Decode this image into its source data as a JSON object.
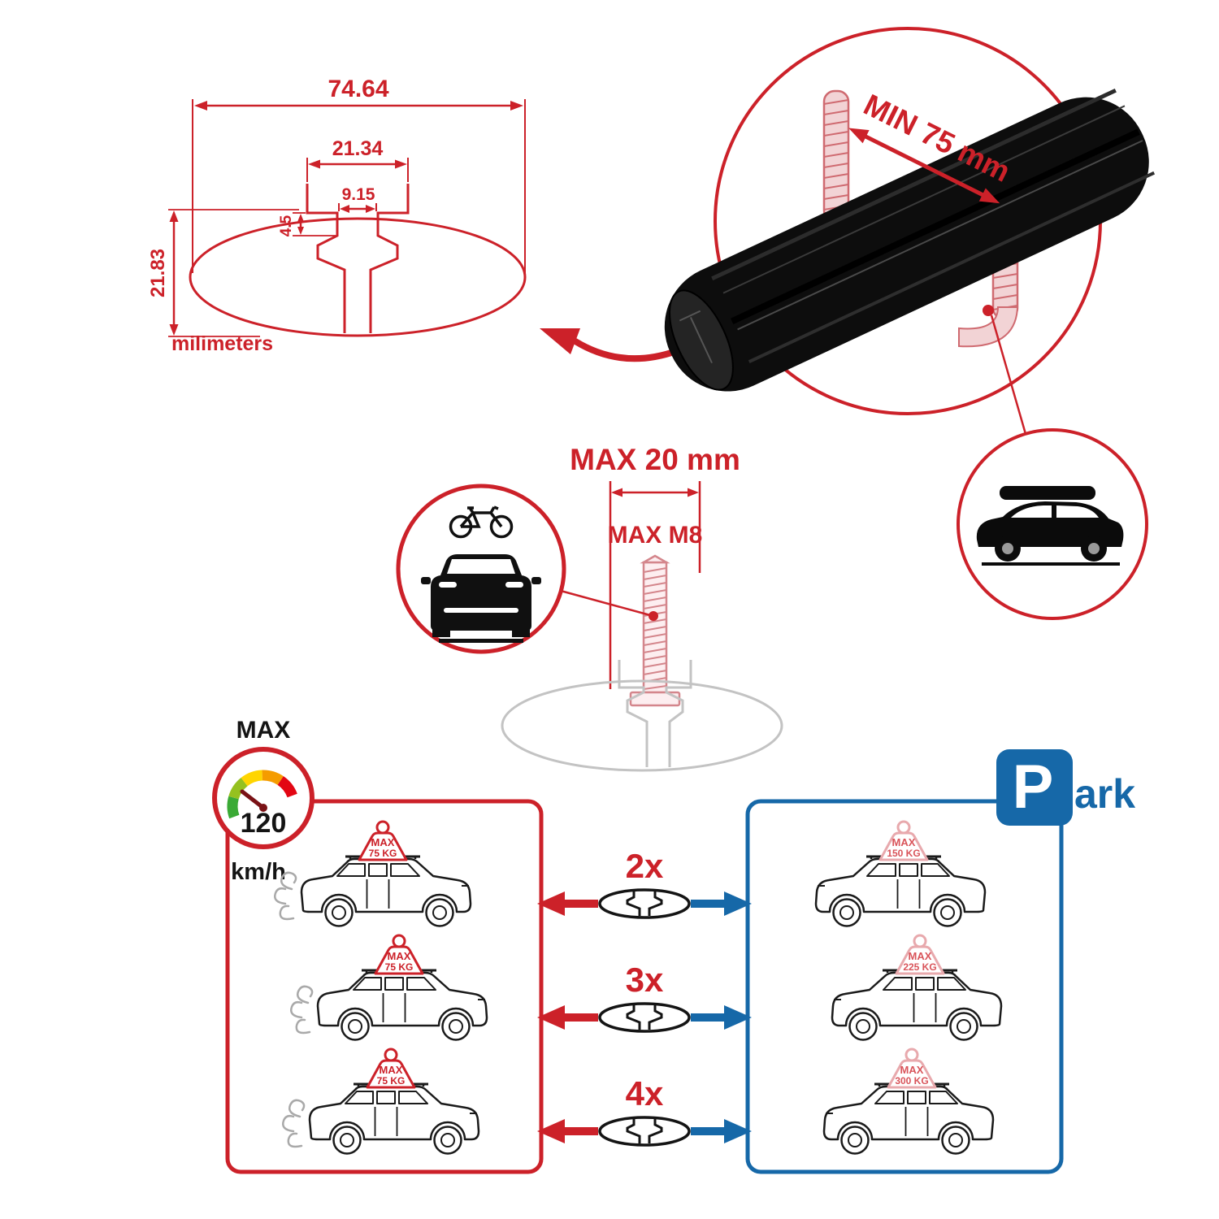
{
  "colors": {
    "red": "#cc2129",
    "blue": "#1668a8",
    "pink": "#e8a9ad",
    "pink_text": "#d9545a",
    "black": "#141414",
    "gray": "#c3c3c3"
  },
  "profile_dimensions": {
    "total_width": "74.64",
    "channel_width": "21.34",
    "slot_width": "9.15",
    "slot_depth": "4.5",
    "total_height": "21.83",
    "units": "milimeters"
  },
  "crossbar_detail": {
    "min_span": "MIN 75 mm"
  },
  "bolt_spec": {
    "max_length": "MAX 20 mm",
    "max_thread": "MAX M8"
  },
  "speed_limit": {
    "label": "MAX",
    "value": "120",
    "unit": "km/h"
  },
  "parking_sign": {
    "letter": "P",
    "rest": "ark"
  },
  "load_rows": [
    {
      "qty": "2x",
      "drive_label": "MAX",
      "drive_value": "75 KG",
      "park_label": "MAX",
      "park_value": "150 KG"
    },
    {
      "qty": "3x",
      "drive_label": "MAX",
      "drive_value": "75 KG",
      "park_label": "MAX",
      "park_value": "225 KG"
    },
    {
      "qty": "4x",
      "drive_label": "MAX",
      "drive_value": "75 KG",
      "park_label": "MAX",
      "park_value": "300 KG"
    }
  ]
}
